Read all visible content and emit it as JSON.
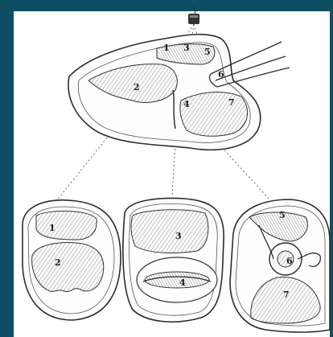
{
  "colors": {
    "frame": "#0f4f63",
    "paper": "#ffffff",
    "ink": "#2b2b2b",
    "shade": "#9a9a9a"
  },
  "image": {
    "top_view_labels": [
      "1",
      "2",
      "3",
      "4",
      "5",
      "6",
      "7"
    ],
    "section_left_labels": [
      "1",
      "2"
    ],
    "section_middle_labels": [
      "3",
      "4"
    ],
    "section_right_labels": [
      "5",
      "6",
      "7"
    ]
  }
}
